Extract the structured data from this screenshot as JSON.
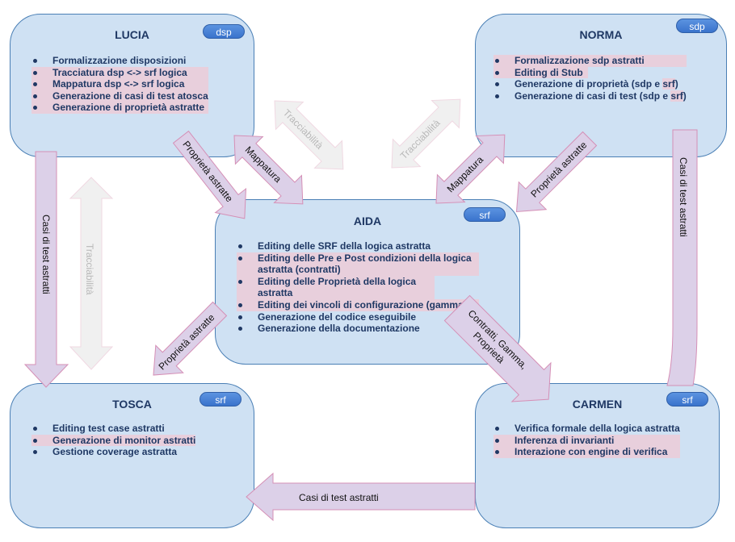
{
  "colors": {
    "box_fill": "#cfe1f3",
    "box_border": "#4a7fb5",
    "text_dark": "#1f3864",
    "highlight": "#e8cfdc",
    "arrow_fill": "#dcd0e8",
    "arrow_border": "#d58fb6",
    "trace_fill": "#f0f0f0",
    "badge": "#4a84d6"
  },
  "boxes": {
    "lucia": {
      "title": "LUCIA",
      "badge": "dsp",
      "items": [
        "Formalizzazione disposizioni",
        "Tracciatura dsp <-> srf logica",
        "Mappatura dsp <-> srf logica",
        "Generazione di casi di test atosca",
        "Generazione di proprietà astratte"
      ]
    },
    "norma": {
      "title": "NORMA",
      "badge": "sdp",
      "items": [
        "Formalizzazione sdp astratti",
        "Editing di Stub",
        "Generazione di proprietà (sdp e ",
        "Generazione di casi di test (sdp e "
      ],
      "item_suffix": "srf",
      "item_suffix_close": ")"
    },
    "aida": {
      "title": "AIDA",
      "badge": "srf",
      "items": [
        "Editing delle SRF della logica astratta",
        "Editing delle Pre e Post condizioni della logica astratta (contratti)",
        "Editing delle Proprietà della logica astratta",
        "Editing dei vincoli di configurazione (gamma)",
        "Generazione del codice eseguibile",
        "Generazione della documentazione"
      ]
    },
    "tosca": {
      "title": "TOSCA",
      "badge": "srf",
      "items": [
        "Editing test case astratti",
        "Generazione di monitor astratti",
        "Gestione coverage astratta"
      ]
    },
    "carmen": {
      "title": "CARMEN",
      "badge": "srf",
      "items": [
        "Verifica formale della logica astratta",
        "Inferenza di invarianti",
        "Interazione con engine di verifica"
      ]
    }
  },
  "arrows": {
    "lucia_tosca_tests": "Casi di test astratti",
    "lucia_tosca_trace": "Tracciabilità",
    "lucia_aida_props": "Proprietà astratte",
    "lucia_aida_map": "Mappatura",
    "lucia_aida_trace": "Tracciabilità",
    "norma_aida_trace": "Tracciabilità",
    "norma_aida_map": "Mappatura",
    "norma_aida_props": "Proprietà astratte",
    "norma_carmen_tests": "Casi di test astratti",
    "aida_tosca_props": "Proprietà astratte",
    "aida_carmen_line1": "Contratti, Gamma,",
    "aida_carmen_line2": "Proprietà",
    "carmen_tosca_tests": "Casi di test astratti"
  }
}
